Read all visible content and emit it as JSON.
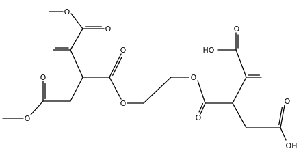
{
  "molecule": {
    "atom_labels": {
      "oxygen": "O",
      "hydroxyl": "OH",
      "hydroxyl_reversed": "HO"
    },
    "colors": {
      "background": "#ffffff",
      "bond": "#000000",
      "text": "#000000"
    }
  }
}
